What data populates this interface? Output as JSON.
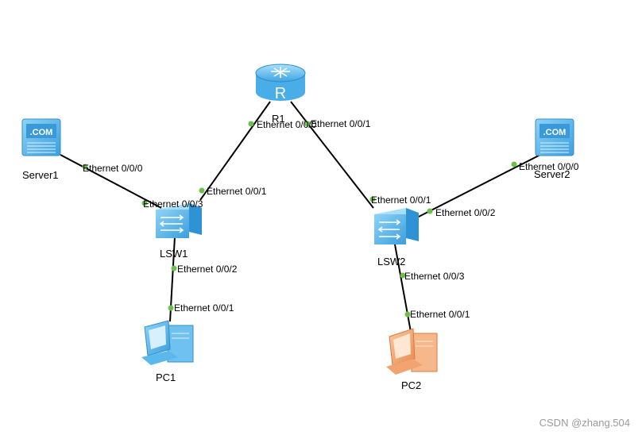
{
  "devices": {
    "r1": "R1",
    "lsw1": "LSW1",
    "lsw2": "LSW2",
    "server1": "Server1",
    "server2": "Server2",
    "pc1": "PC1",
    "pc2": "PC2",
    "server_icon_text": ".COM",
    "router_icon_text": "R"
  },
  "ports": {
    "r1_lsw1": "Ethernet 0/0/0",
    "r1_lsw2": "Ethernet 0/0/1",
    "lsw1_r1": "Ethernet 0/0/1",
    "lsw1_server1": "Ethernet 0/0/3",
    "server1_lsw1": "Ethernet 0/0/0",
    "lsw1_pc1": "Ethernet 0/0/2",
    "pc1_lsw1": "Ethernet 0/0/1",
    "lsw2_r1": "Ethernet 0/0/1",
    "lsw2_server2": "Ethernet 0/0/2",
    "server2_lsw2": "Ethernet 0/0/0",
    "lsw2_pc2": "Ethernet 0/0/3",
    "pc2_lsw2": "Ethernet 0/0/1"
  },
  "watermark": "CSDN @zhang.504",
  "colors": {
    "device_blue": "#5ab8ec",
    "pc2_orange": "#f3a36f",
    "port_green": "#6cc04a"
  }
}
